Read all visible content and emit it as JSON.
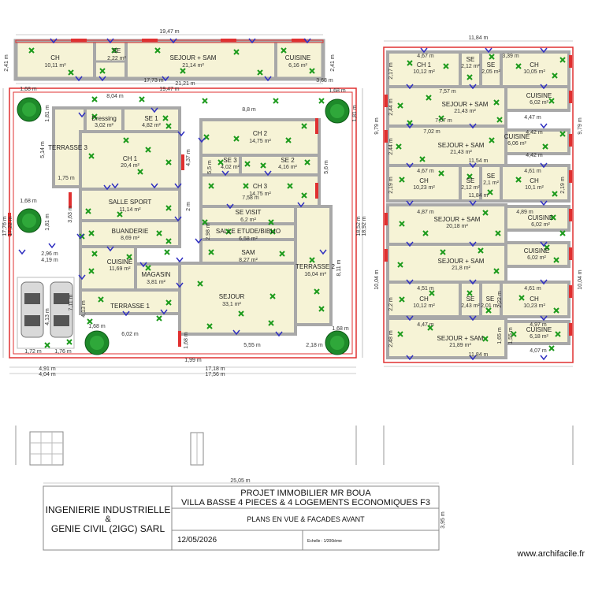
{
  "dims": {
    "top_total": "19,47 m",
    "top_left_h": "2,41 m",
    "top_right_h": "2,41 m",
    "under_block": "17,73 m",
    "under_block_b": "21,21 m",
    "under_block_c": "19,47 m",
    "top_small_left": "1,68 m",
    "top_small_right": "3,68 m",
    "top_small_right_b": "1,68 m",
    "d_804": "8,04 m",
    "d_88": "8,8 m",
    "d_181a": "1,81 m",
    "d_514": "5,14 m",
    "d_175": "1,75 m",
    "d_437": "4,37 m",
    "d_55": "5,5 m",
    "d_56": "5,6 m",
    "d_181b": "1,81 m",
    "d_181c": "1,81 m",
    "d_168a": "1,68 m",
    "d_363": "3,63 m",
    "d_2": "2 m",
    "d_298": "2,98 m",
    "d_1776": "17,76 m",
    "d_1722": "17,22 m",
    "d_296": "2,96 m",
    "d_419": "4,19 m",
    "d_711": "7,11 m",
    "d_413a": "4,13 m",
    "d_413b": "4,13 m",
    "d_168b": "1,68 m",
    "d_602": "6,02 m",
    "d_172": "1,72 m",
    "d_176": "1,76 m",
    "d_168c": "1,68 m",
    "d_555": "5,55 m",
    "d_218": "2,18 m",
    "d_168d": "1,68 m",
    "d_811": "8,11 m",
    "d_1852": "18,52 m",
    "d_1892": "18,92 m",
    "d_199": "1,99 m",
    "d_491": "4,91 m",
    "d_404": "4,04 m",
    "d_1718": "17,18 m",
    "d_1756": "17,56 m",
    "d_758": "7,58 m",
    "r_1184t": "11,84 m",
    "r_217": "2,17 m",
    "r_467a": "4,67 m",
    "r_339": "3,39 m",
    "r_757": "7,57 m",
    "r_244a": "2,44 m",
    "r_979a": "9,79 m",
    "r_979b": "9,79 m",
    "r_447": "4,47 m",
    "r_707": "7,07 m",
    "r_702": "7,02 m",
    "r_442a": "4,42 m",
    "r_442b": "4,42 m",
    "r_244b": "2,44 m",
    "r_1154": "11,54 m",
    "r_467b": "4,67 m",
    "r_461": "4,61 m",
    "r_219a": "2,19 m",
    "r_219b": "2,19 m",
    "r_1184m": "11,84 m",
    "r_487": "4,87 m",
    "r_489": "4,89 m",
    "r_1004a": "10,04 m",
    "r_1004b": "10,04 m",
    "r_451": "4,51 m",
    "r_461b": "4,61 m",
    "r_22a": "2,2 m",
    "r_222": "2,22 m",
    "r_467c": "4,47 m",
    "r_497": "4,97 m",
    "r_248": "2,48 m",
    "r_165": "1,65 m",
    "r_155": "1,55 m",
    "r_407": "4,07 m",
    "r_1184b": "11,84 m"
  },
  "rooms_main": [
    {
      "name": "CH",
      "area": "10,11 m²"
    },
    {
      "name": "SE",
      "area": "2,22 m²"
    },
    {
      "name": "SEJOUR + SAM",
      "area": "21,14 m²"
    },
    {
      "name": "CUISINE",
      "area": "6,16 m²"
    },
    {
      "name": "Dressing",
      "area": "3,02 m²"
    },
    {
      "name": "SE 1",
      "area": "4,82 m²"
    },
    {
      "name": "TERRASSE 3",
      "area": ""
    },
    {
      "name": "CH 1",
      "area": "20,4 m²"
    },
    {
      "name": "CH 2",
      "area": "14,75 m²"
    },
    {
      "name": "SE 3",
      "area": "4,02 m²"
    },
    {
      "name": "SE 2",
      "area": "4,16 m²"
    },
    {
      "name": "CH 3",
      "area": "14,75 m²"
    },
    {
      "name": "SALLE SPORT",
      "area": "11,14 m²"
    },
    {
      "name": "SE VISIT",
      "area": "6,2 m²"
    },
    {
      "name": "BUANDERIE",
      "area": "8,69 m²"
    },
    {
      "name": "SALLE ETUDE/BIBLIO",
      "area": "6,58 m²"
    },
    {
      "name": "SAM",
      "area": "8,27 m²"
    },
    {
      "name": "TERRASSE 2",
      "area": "16,04 m²"
    },
    {
      "name": "CUISINE",
      "area": "11,69 m²"
    },
    {
      "name": "MAGASIN",
      "area": "3,81 m²"
    },
    {
      "name": "SEJOUR",
      "area": "33,1 m²"
    },
    {
      "name": "TERRASSE 1",
      "area": ""
    }
  ],
  "rooms_right": [
    {
      "name": "CH 1",
      "area": "10,12 m²"
    },
    {
      "name": "SE",
      "area": "2,12 m²"
    },
    {
      "name": "SE",
      "area": "2,05 m²"
    },
    {
      "name": "CH",
      "area": "10,05 m²"
    },
    {
      "name": "SEJOUR + SAM",
      "area": "21,43 m²"
    },
    {
      "name": "CUISINE",
      "area": "6,02 m²"
    },
    {
      "name": "SEJOUR + SAM",
      "area": "21,43 m²"
    },
    {
      "name": "CUISINE",
      "area": "6,06 m²"
    },
    {
      "name": "CH",
      "area": "10,23 m²"
    },
    {
      "name": "SE",
      "area": "2,12 m²"
    },
    {
      "name": "SE",
      "area": "2,1 m²"
    },
    {
      "name": "CH",
      "area": "10,1 m²"
    },
    {
      "name": "SEJOUR + SAM",
      "area": "20,18 m²"
    },
    {
      "name": "CUISINE",
      "area": "6,02 m²"
    },
    {
      "name": "SEJOUR + SAM",
      "area": "21,8 m²"
    },
    {
      "name": "CUISINE",
      "area": "6,02 m²"
    },
    {
      "name": "CH",
      "area": "10,12 m²"
    },
    {
      "name": "SE",
      "area": "2,43 m²"
    },
    {
      "name": "SE",
      "area": "2,01 m²"
    },
    {
      "name": "CH",
      "area": "10,23 m²"
    },
    {
      "name": "SEJOUR + SAM",
      "area": "21,89 m²"
    },
    {
      "name": "CUISINE",
      "area": "6,18 m²"
    }
  ],
  "titleblock": {
    "width_dim": "25,05 m",
    "height_dim": "3,95 m",
    "company_line1": "INGENIERIE INDUSTRIELLE",
    "company_line2": "&",
    "company_line3": "GENIE CIVIL (2IGC) SARL",
    "project_line1": "PROJET IMMOBILIER MR BOUA",
    "project_line2": "VILLA BASSE 4 PIECES & 4 LOGEMENTS ECONOMIQUES F3",
    "subtitle": "PLANS EN VUE & FACADES AVANT",
    "date": "12/05/2026",
    "scale": "Echelle : 1/200ième"
  },
  "watermark": "www.archifacile.fr",
  "colors": {
    "wall": "#a8a8a8",
    "floor": "#f6f3d6",
    "outline": "#e03030",
    "fixture": "#1c9a1c",
    "opening": "#3030c0",
    "tree": "#1e8a2a"
  }
}
